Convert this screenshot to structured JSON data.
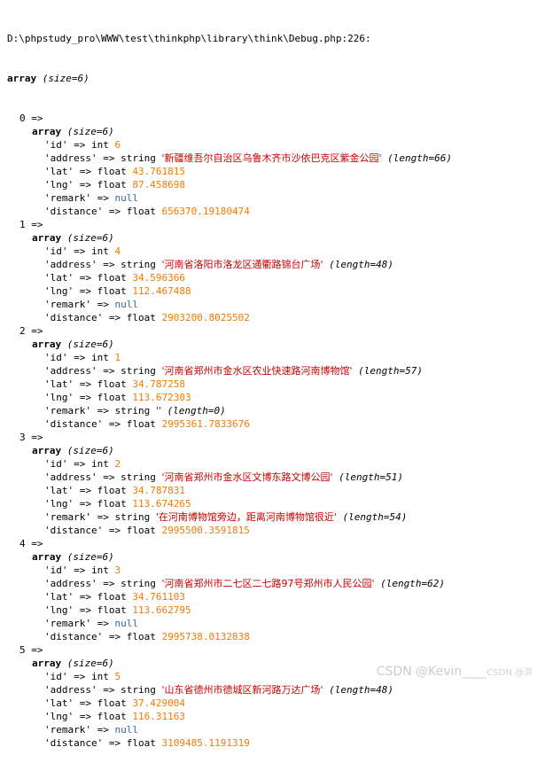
{
  "header": {
    "file_path": "D:\\phpstudy_pro\\WWW\\test\\thinkphp\\library\\think\\Debug.php:226:"
  },
  "root": {
    "type_label": "array",
    "size_label": "(size=6)"
  },
  "items": [
    {
      "index": "0 =>",
      "type_label": "array",
      "size_label": "(size=6)",
      "fields": [
        {
          "key": "'id'",
          "arrow": "=>",
          "type": "int",
          "value": "6",
          "kind": "num"
        },
        {
          "key": "'address'",
          "arrow": "=>",
          "type": "string",
          "value": "'新疆维吾尔自治区乌鲁木齐市沙依巴克区紫金公园'",
          "kind": "str",
          "length": "(length=66)"
        },
        {
          "key": "'lat'",
          "arrow": "=>",
          "type": "float",
          "value": "43.761815",
          "kind": "num"
        },
        {
          "key": "'lng'",
          "arrow": "=>",
          "type": "float",
          "value": "87.458698",
          "kind": "num"
        },
        {
          "key": "'remark'",
          "arrow": "=>",
          "type": "",
          "value": "null",
          "kind": "nul"
        },
        {
          "key": "'distance'",
          "arrow": "=>",
          "type": "float",
          "value": "656370.19180474",
          "kind": "num"
        }
      ]
    },
    {
      "index": "1 =>",
      "type_label": "array",
      "size_label": "(size=6)",
      "fields": [
        {
          "key": "'id'",
          "arrow": "=>",
          "type": "int",
          "value": "4",
          "kind": "num"
        },
        {
          "key": "'address'",
          "arrow": "=>",
          "type": "string",
          "value": "'河南省洛阳市洛龙区通衢路锦台广场'",
          "kind": "str",
          "length": "(length=48)"
        },
        {
          "key": "'lat'",
          "arrow": "=>",
          "type": "float",
          "value": "34.596366",
          "kind": "num"
        },
        {
          "key": "'lng'",
          "arrow": "=>",
          "type": "float",
          "value": "112.467488",
          "kind": "num"
        },
        {
          "key": "'remark'",
          "arrow": "=>",
          "type": "",
          "value": "null",
          "kind": "nul"
        },
        {
          "key": "'distance'",
          "arrow": "=>",
          "type": "float",
          "value": "2903200.8025502",
          "kind": "num"
        }
      ]
    },
    {
      "index": "2 =>",
      "type_label": "array",
      "size_label": "(size=6)",
      "fields": [
        {
          "key": "'id'",
          "arrow": "=>",
          "type": "int",
          "value": "1",
          "kind": "num"
        },
        {
          "key": "'address'",
          "arrow": "=>",
          "type": "string",
          "value": "'河南省郑州市金水区农业快速路河南博物馆'",
          "kind": "str",
          "length": "(length=57)"
        },
        {
          "key": "'lat'",
          "arrow": "=>",
          "type": "float",
          "value": "34.787258",
          "kind": "num"
        },
        {
          "key": "'lng'",
          "arrow": "=>",
          "type": "float",
          "value": "113.672303",
          "kind": "num"
        },
        {
          "key": "'remark'",
          "arrow": "=>",
          "type": "string",
          "value": "''",
          "kind": "str",
          "length": "(length=0)"
        },
        {
          "key": "'distance'",
          "arrow": "=>",
          "type": "float",
          "value": "2995361.7833676",
          "kind": "num"
        }
      ]
    },
    {
      "index": "3 =>",
      "type_label": "array",
      "size_label": "(size=6)",
      "fields": [
        {
          "key": "'id'",
          "arrow": "=>",
          "type": "int",
          "value": "2",
          "kind": "num"
        },
        {
          "key": "'address'",
          "arrow": "=>",
          "type": "string",
          "value": "'河南省郑州市金水区文博东路文博公园'",
          "kind": "str",
          "length": "(length=51)"
        },
        {
          "key": "'lat'",
          "arrow": "=>",
          "type": "float",
          "value": "34.787831",
          "kind": "num"
        },
        {
          "key": "'lng'",
          "arrow": "=>",
          "type": "float",
          "value": "113.674265",
          "kind": "num"
        },
        {
          "key": "'remark'",
          "arrow": "=>",
          "type": "string",
          "value": "'在河南博物馆旁边，距离河南博物馆很近'",
          "kind": "str",
          "length": "(length=54)"
        },
        {
          "key": "'distance'",
          "arrow": "=>",
          "type": "float",
          "value": "2995500.3591815",
          "kind": "num"
        }
      ]
    },
    {
      "index": "4 =>",
      "type_label": "array",
      "size_label": "(size=6)",
      "fields": [
        {
          "key": "'id'",
          "arrow": "=>",
          "type": "int",
          "value": "3",
          "kind": "num"
        },
        {
          "key": "'address'",
          "arrow": "=>",
          "type": "string",
          "value": "'河南省郑州市二七区二七路97号郑州市人民公园'",
          "kind": "str",
          "length": "(length=62)"
        },
        {
          "key": "'lat'",
          "arrow": "=>",
          "type": "float",
          "value": "34.761103",
          "kind": "num"
        },
        {
          "key": "'lng'",
          "arrow": "=>",
          "type": "float",
          "value": "113.662795",
          "kind": "num"
        },
        {
          "key": "'remark'",
          "arrow": "=>",
          "type": "",
          "value": "null",
          "kind": "nul"
        },
        {
          "key": "'distance'",
          "arrow": "=>",
          "type": "float",
          "value": "2995738.0132838",
          "kind": "num"
        }
      ]
    },
    {
      "index": "5 =>",
      "type_label": "array",
      "size_label": "(size=6)",
      "fields": [
        {
          "key": "'id'",
          "arrow": "=>",
          "type": "int",
          "value": "5",
          "kind": "num"
        },
        {
          "key": "'address'",
          "arrow": "=>",
          "type": "string",
          "value": "'山东省德州市德城区新河路万达广场'",
          "kind": "str",
          "length": "(length=48)"
        },
        {
          "key": "'lat'",
          "arrow": "=>",
          "type": "float",
          "value": "37.429004",
          "kind": "num"
        },
        {
          "key": "'lng'",
          "arrow": "=>",
          "type": "float",
          "value": "116.31163",
          "kind": "num"
        },
        {
          "key": "'remark'",
          "arrow": "=>",
          "type": "",
          "value": "null",
          "kind": "nul"
        },
        {
          "key": "'distance'",
          "arrow": "=>",
          "type": "float",
          "value": "3109485.1191319",
          "kind": "num"
        }
      ]
    }
  ],
  "watermark": {
    "main": "CSDN @Kevin",
    "small": "CSDN @洪"
  },
  "colors": {
    "string": "#cc0000",
    "number": "#f57900",
    "null": "#3465a4"
  }
}
